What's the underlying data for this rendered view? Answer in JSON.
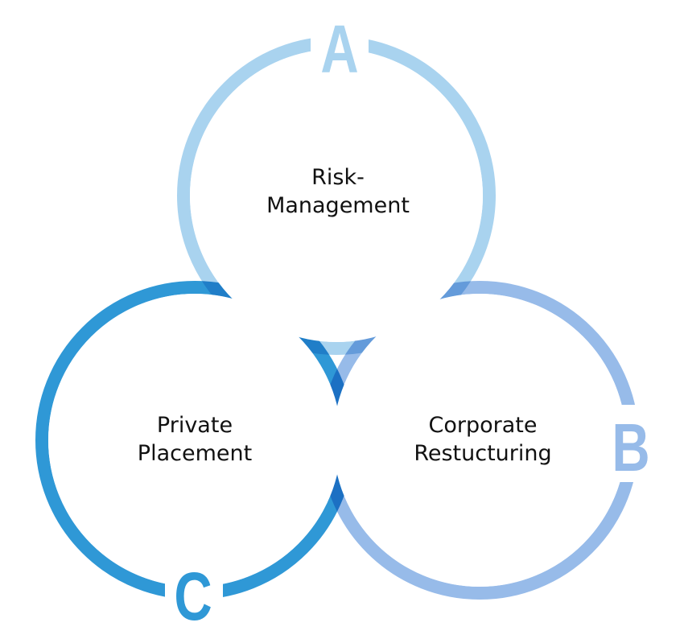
{
  "circles": [
    {
      "letter": "A",
      "lines": [
        "Risk-",
        "Management"
      ],
      "color": "#a9d3ef"
    },
    {
      "letter": "B",
      "lines": [
        "Corporate",
        "Restucturing"
      ],
      "color": "#97bbe9"
    },
    {
      "letter": "C",
      "lines": [
        "Private",
        "Placement"
      ],
      "color": "#2f98d6"
    }
  ]
}
